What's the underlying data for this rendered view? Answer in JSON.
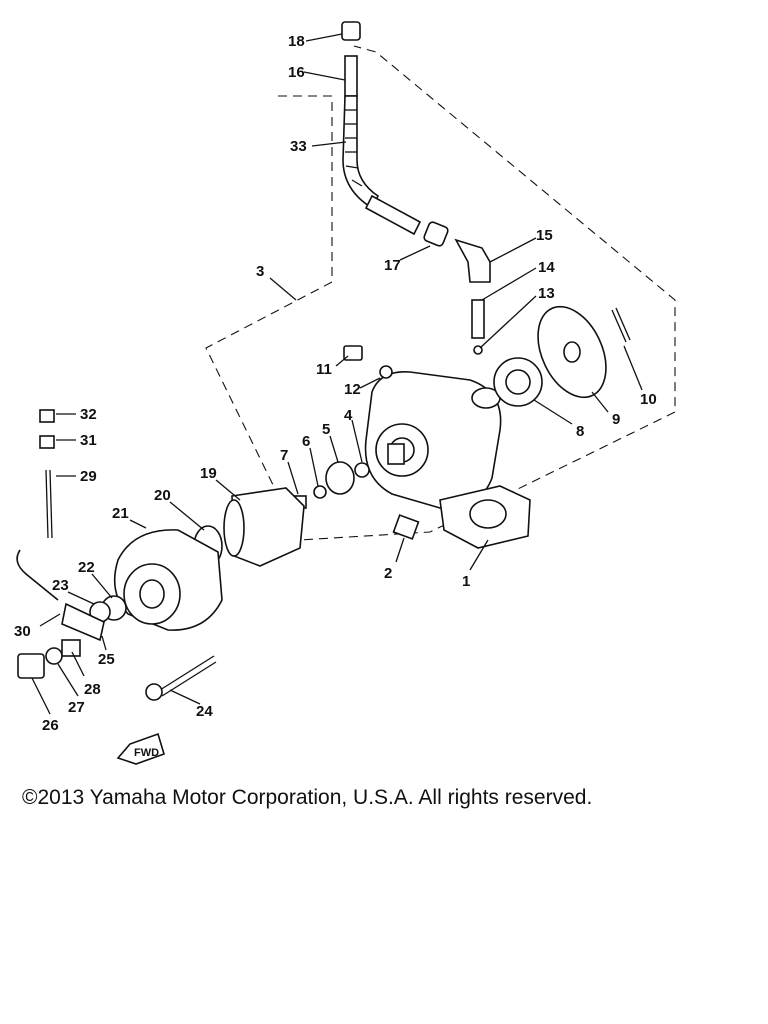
{
  "diagram": {
    "labels": [
      "1",
      "2",
      "3",
      "4",
      "5",
      "6",
      "7",
      "8",
      "9",
      "10",
      "11",
      "12",
      "13",
      "14",
      "15",
      "16",
      "17",
      "18",
      "19",
      "20",
      "21",
      "22",
      "23",
      "24",
      "25",
      "26",
      "27",
      "28",
      "29",
      "30",
      "31",
      "32",
      "33"
    ],
    "fwd_label": "FWD"
  },
  "footer": {
    "copyright": "©2013 Yamaha Motor Corporation, U.S.A. All rights reserved."
  }
}
